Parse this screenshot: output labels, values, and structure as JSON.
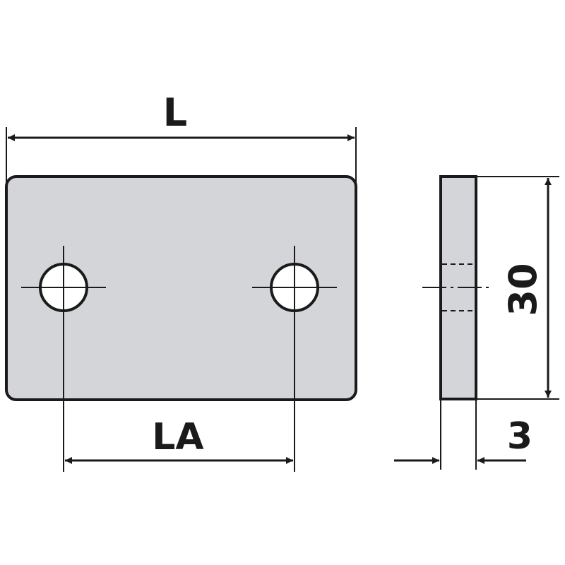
{
  "labels": {
    "length": "L",
    "hole_spacing": "LA",
    "height": "30",
    "thickness": "3"
  },
  "colors": {
    "line": "#1a1a1a",
    "fill": "#d3d5d9",
    "hole": "#ffffff"
  }
}
